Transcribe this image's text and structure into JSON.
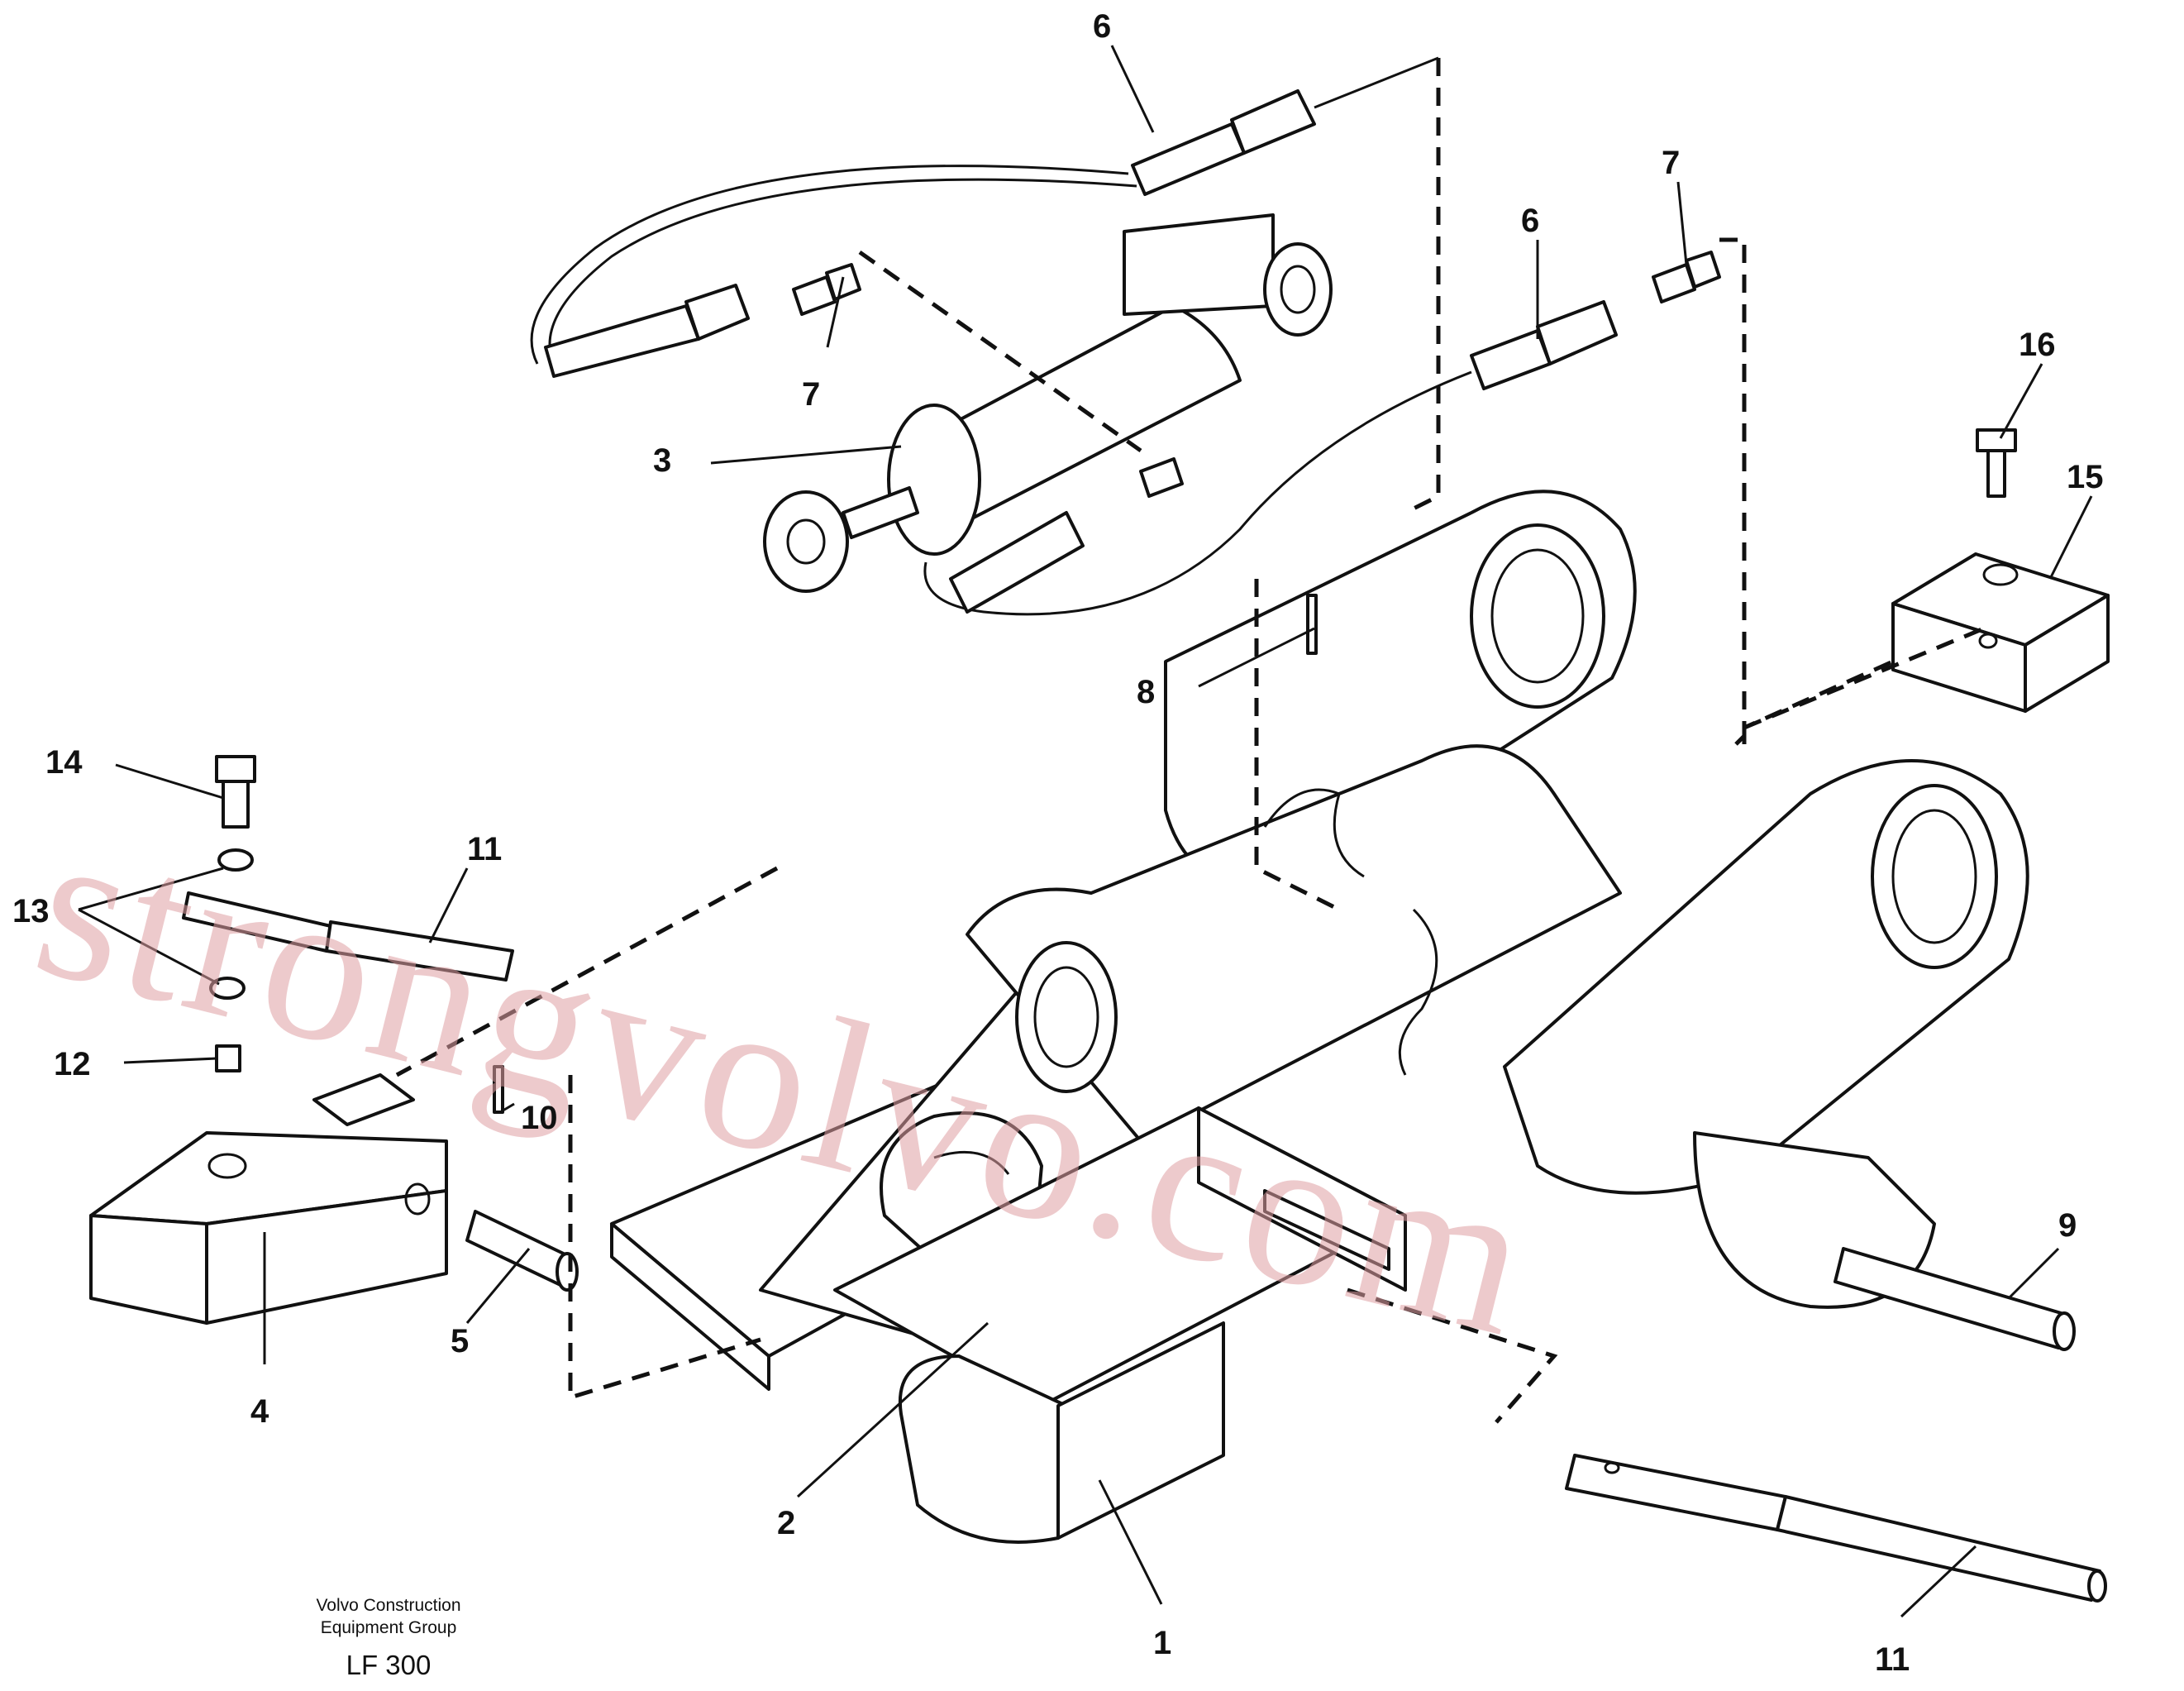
{
  "diagram": {
    "callouts": [
      "6",
      "7",
      "6",
      "7",
      "3",
      "16",
      "15",
      "8",
      "14",
      "11",
      "13",
      "12",
      "10",
      "9",
      "4",
      "5",
      "2",
      "1",
      "11"
    ]
  },
  "footer": {
    "company_line1": "Volvo Construction",
    "company_line2": "Equipment Group",
    "code": "LF 300"
  },
  "watermark": {
    "text": "strongvolvo.com",
    "color": "#e0a0a4"
  }
}
